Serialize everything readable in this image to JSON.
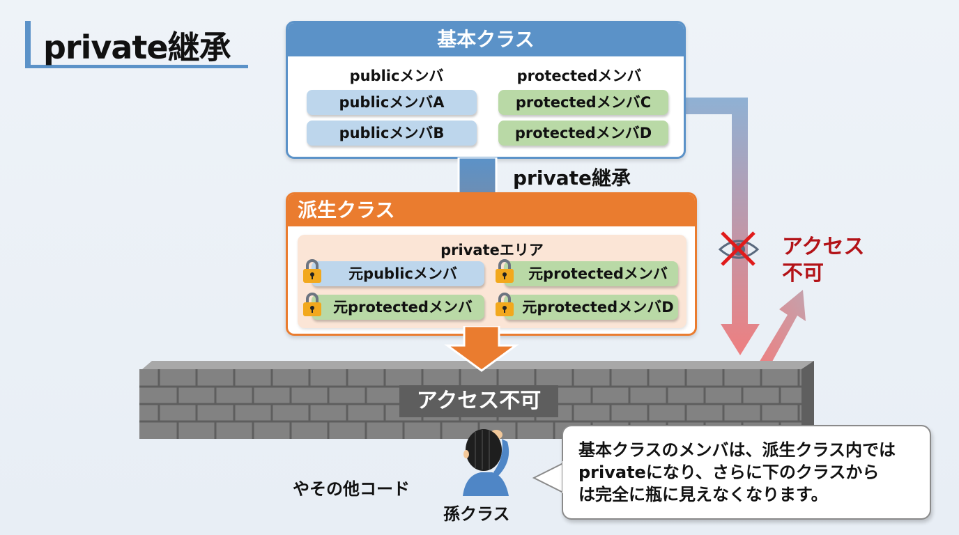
{
  "title": "private継承",
  "base_class": {
    "header": "基本クラス",
    "public_heading": "publicメンバ",
    "protected_heading": "protectedメンバ",
    "public_members": [
      "publicメンバA",
      "publicメンバB"
    ],
    "protected_members": [
      "protectedメンバC",
      "protectedメンバD"
    ]
  },
  "inheritance_label": "private継承",
  "derived_class": {
    "header": "派生クラス",
    "private_area_title": "privateエリア",
    "members": [
      {
        "label": "元publicメンバ",
        "kind": "public"
      },
      {
        "label": "元protectedメンバ",
        "kind": "protected"
      },
      {
        "label": "元protectedメンバ",
        "kind": "protected"
      },
      {
        "label": "元protectedメンバD",
        "kind": "protected"
      }
    ]
  },
  "side_access_label": [
    "アクセス",
    "不可"
  ],
  "wall_label": "アクセス不可",
  "other_code_label": "やその他コード",
  "grandchild_label": "孫クラス",
  "bubble_lines": [
    "基本クラスのメンバは、派生クラス内では",
    "privateになり、さらに下のクラスから",
    "は完全に瓶に見えなくなります。"
  ],
  "colors": {
    "base_blue": "#5b92c8",
    "derived_orange": "#ea7c2f",
    "public_pill": "#bdd6ec",
    "protected_pill": "#b9d9a6",
    "denied_red": "#b31217",
    "wall_gray": "#808080"
  }
}
